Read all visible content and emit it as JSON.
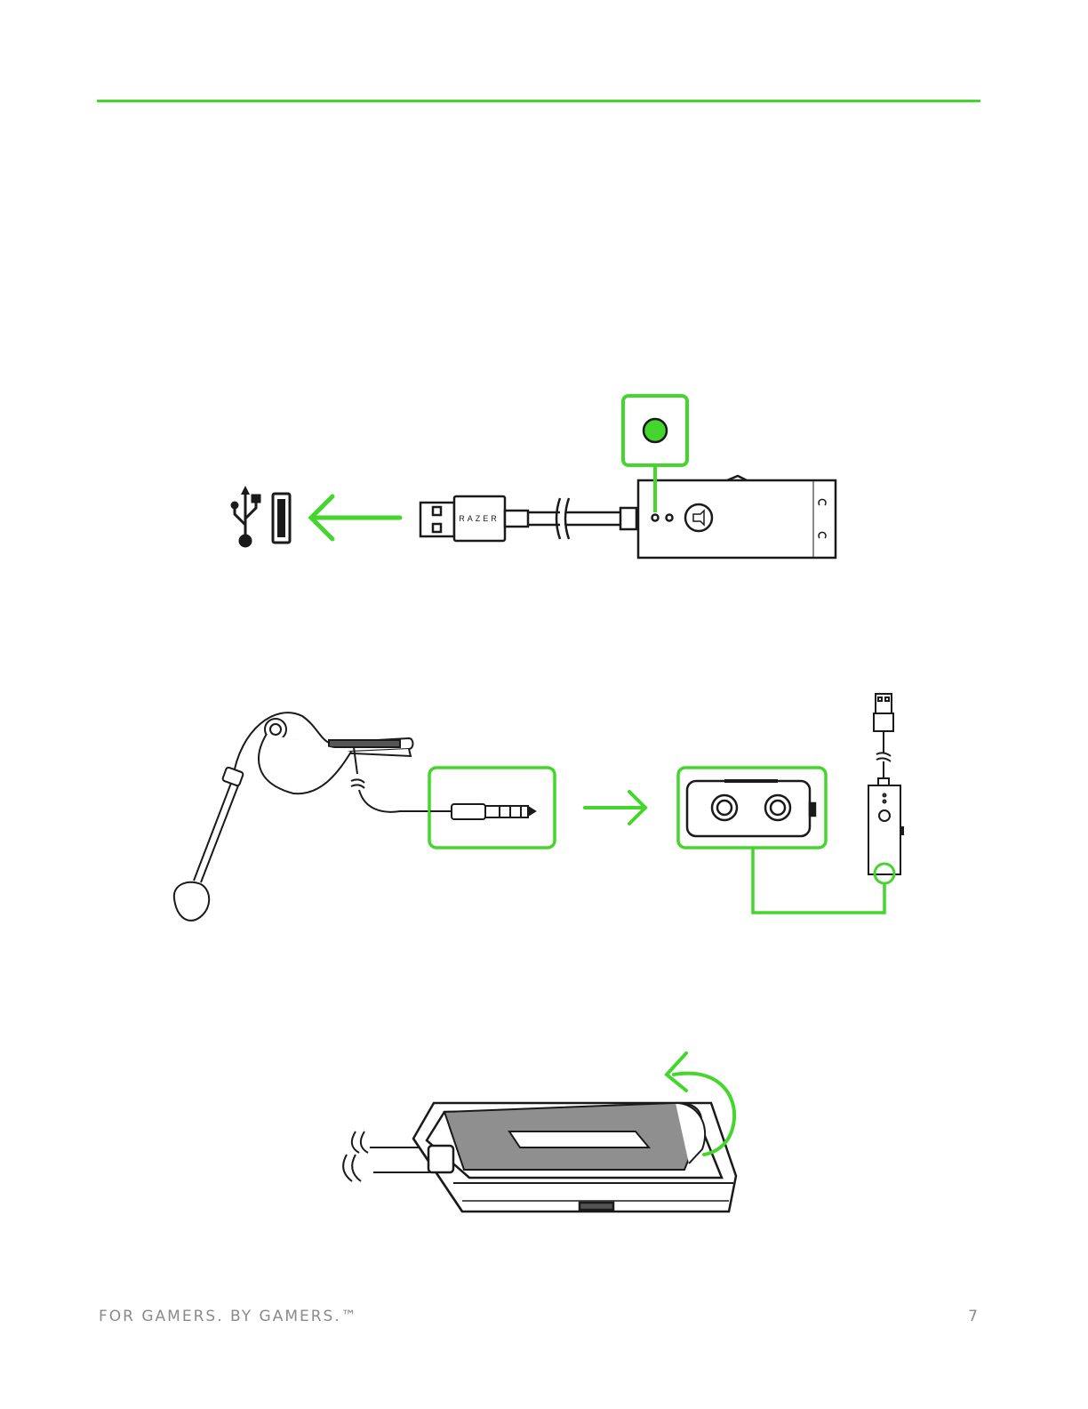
{
  "colors": {
    "accent": "#44d62c",
    "line": "#1a1a1a",
    "panel": "#8f8f8f"
  },
  "figure1": {
    "brand_label": "RAZER"
  },
  "footer": {
    "tagline": "FOR GAMERS. BY GAMERS.™",
    "page_number": "7"
  }
}
